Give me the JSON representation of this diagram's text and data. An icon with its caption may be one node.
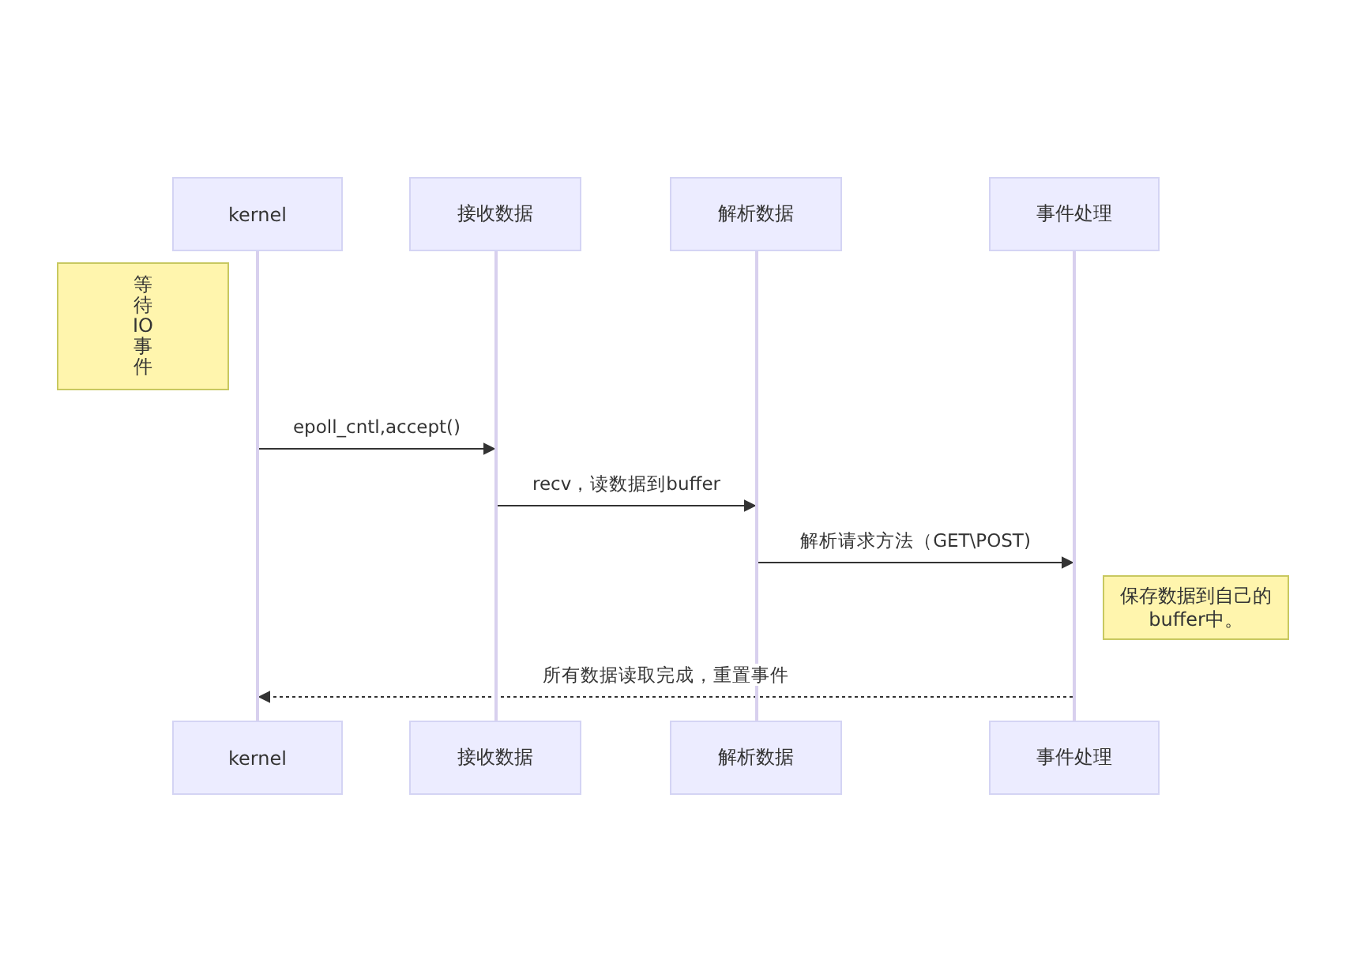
{
  "diagram": {
    "nodes": [
      {
        "text": [
          "kernel"
        ]
      },
      {
        "text": [
          "接收数据"
        ]
      },
      {
        "text": [
          "解析数据"
        ]
      },
      {
        "text": [
          "事件处理"
        ]
      },
      {
        "text": [],
        "shape": "bar"
      },
      {
        "text": [],
        "shape": "bar"
      },
      {
        "text": [],
        "shape": "bar"
      },
      {
        "text": [],
        "shape": "bar"
      },
      {
        "text": [
          "等待IO事件"
        ]
      },
      {
        "text": [
          "保存数据到自己的buffer中。"
        ]
      },
      {
        "text": [
          "kernel"
        ]
      },
      {
        "text": [
          "接收数据"
        ]
      },
      {
        "text": [
          "解析数据"
        ]
      },
      {
        "text": [
          "事件处理"
        ]
      }
    ],
    "edges": [
      {
        "from": 4,
        "to": 5,
        "arrow": "to",
        "label": "epoll_cntl,accept()"
      },
      {
        "from": 5,
        "to": 6,
        "arrow": "to",
        "label": "recv，读数据到buffer"
      },
      {
        "from": 6,
        "to": 7,
        "arrow": "to",
        "label": "解析请求方法（GET\\POST)"
      },
      {
        "from": 7,
        "to": 4,
        "arrow": "to",
        "label": "所有数据读取完成，重置事件",
        "style": "dashed"
      }
    ]
  }
}
